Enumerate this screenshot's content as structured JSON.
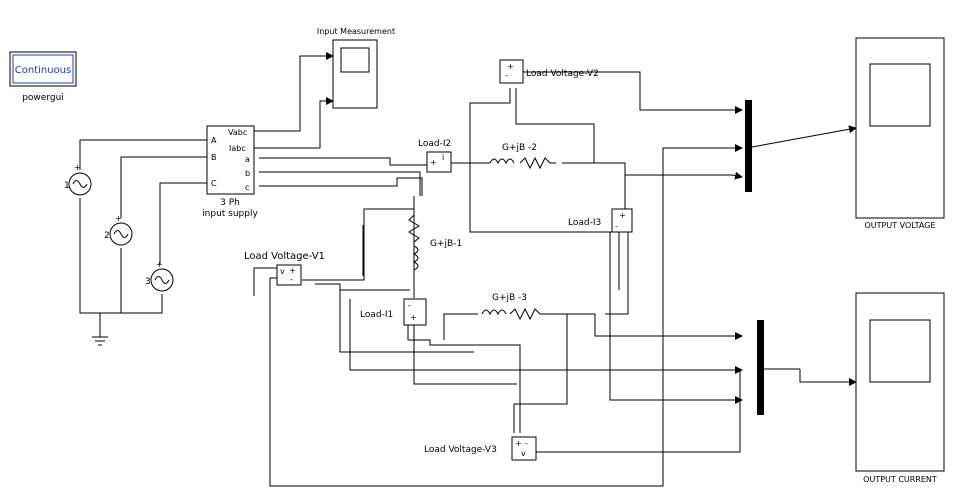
{
  "powergui": {
    "block_text": "Continuous",
    "caption": "powergui"
  },
  "scope_input": {
    "title": "Input Measurement"
  },
  "scope_voltage": {
    "caption": "OUTPUT  VOLTAGE"
  },
  "scope_current": {
    "caption": "OUTPUT CURRENT"
  },
  "supply": {
    "caption_line1": "3 Ph",
    "caption_line2": "input supply",
    "port_A": "A",
    "port_B": "B",
    "port_C": "C",
    "port_vabc": "Vabc",
    "port_iabc": "Iabc",
    "port_a": "a",
    "port_b": "b",
    "port_c": "c"
  },
  "sources": {
    "s1": "1",
    "s2": "2",
    "s3": "3"
  },
  "loads": {
    "l1": "G+jB-1",
    "l2": "G+jB -2",
    "l3": "G+jB -3"
  },
  "current_meas": {
    "i1": "Load-I1",
    "i2": "Load-I2",
    "i3": "Load-I3"
  },
  "voltage_meas": {
    "v1": "Load Voltage-V1",
    "v2": "Load Voltage-V2",
    "v3": "Load Voltage-V3"
  }
}
